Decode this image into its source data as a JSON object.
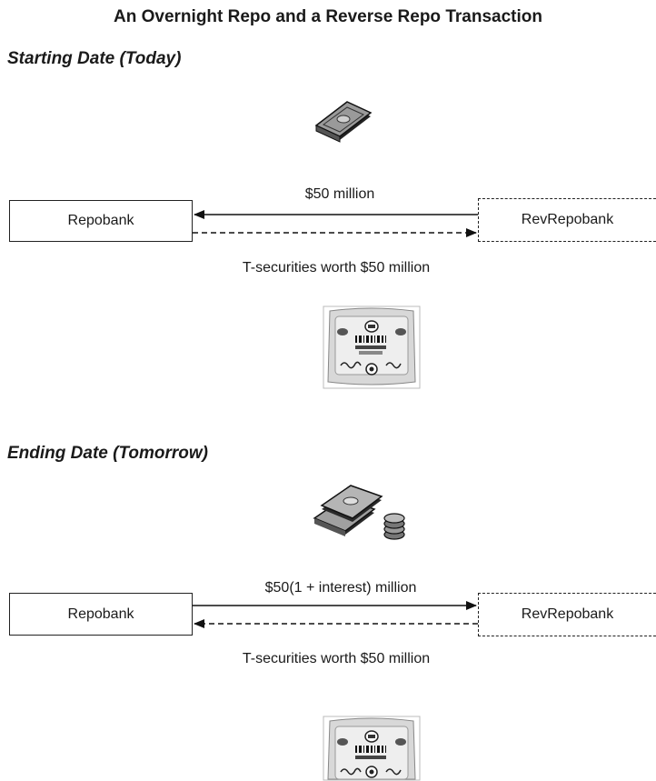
{
  "title": "An Overnight Repo and a Reverse Repo Transaction",
  "sections": [
    {
      "heading": "Starting Date (Today)",
      "left_box": "Repobank",
      "right_box": "RevRepobank",
      "top_label": "$50 million",
      "bottom_label": "T-securities worth $50 million",
      "cash_flow": "right-to-left",
      "securities_flow": "left-to-right",
      "cash_icon": "money-stack-icon",
      "security_icon": "treasury-certificate-icon"
    },
    {
      "heading": "Ending Date (Tomorrow)",
      "left_box": "Repobank",
      "right_box": "RevRepobank",
      "top_label": "$50(1 + interest) million",
      "bottom_label": "T-securities worth $50 million",
      "cash_flow": "left-to-right",
      "securities_flow": "right-to-left",
      "cash_icon": "money-stacks-and-coins-icon",
      "security_icon": "treasury-certificate-icon"
    }
  ]
}
